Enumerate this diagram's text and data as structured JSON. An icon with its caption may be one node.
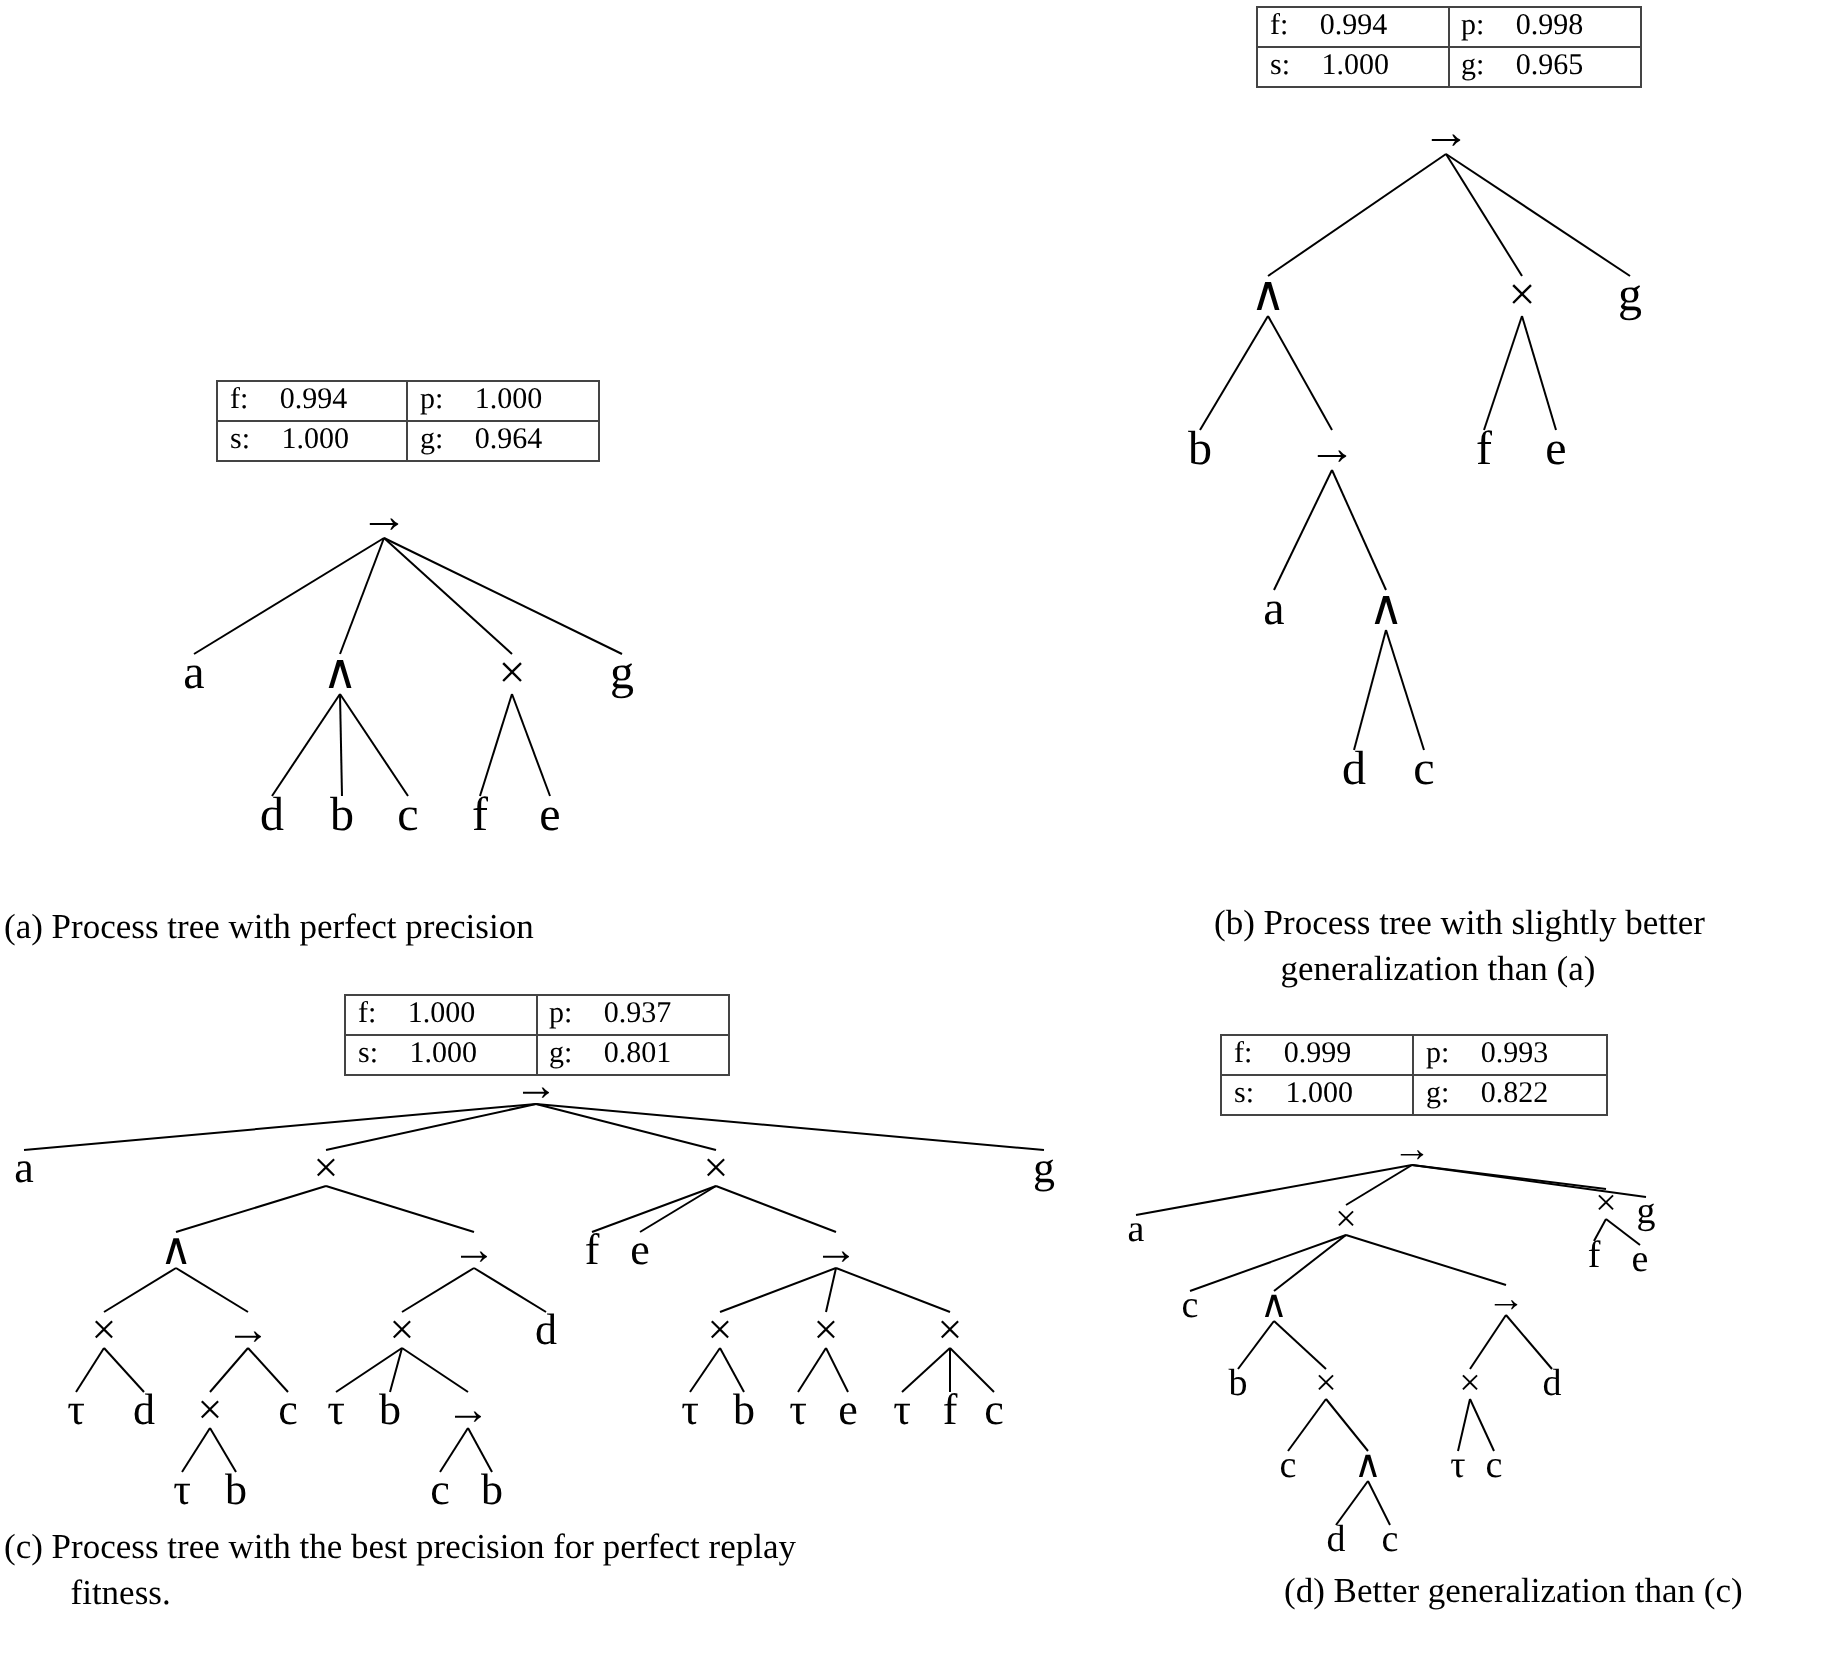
{
  "diagram": {
    "nodes": [
      {
        "text": [
          "→"
        ]
      },
      {
        "text": [
          "a"
        ]
      },
      {
        "text": [
          "∧"
        ]
      },
      {
        "text": [
          "×"
        ]
      },
      {
        "text": [
          "g"
        ]
      },
      {
        "text": [
          "d"
        ]
      },
      {
        "text": [
          "b"
        ]
      },
      {
        "text": [
          "c"
        ]
      },
      {
        "text": [
          "f"
        ]
      },
      {
        "text": [
          "e"
        ]
      },
      {
        "text": [
          "→"
        ]
      },
      {
        "text": [
          "∧"
        ]
      },
      {
        "text": [
          "×"
        ]
      },
      {
        "text": [
          "g"
        ]
      },
      {
        "text": [
          "b"
        ]
      },
      {
        "text": [
          "→"
        ]
      },
      {
        "text": [
          "f"
        ]
      },
      {
        "text": [
          "e"
        ]
      },
      {
        "text": [
          "a"
        ]
      },
      {
        "text": [
          "∧"
        ]
      },
      {
        "text": [
          "d"
        ]
      },
      {
        "text": [
          "c"
        ]
      },
      {
        "text": [
          "→"
        ]
      },
      {
        "text": [
          "a"
        ]
      },
      {
        "text": [
          "×"
        ]
      },
      {
        "text": [
          "×"
        ]
      },
      {
        "text": [
          "g"
        ]
      },
      {
        "text": [
          "∧"
        ]
      },
      {
        "text": [
          "→"
        ]
      },
      {
        "text": [
          "f"
        ]
      },
      {
        "text": [
          "e"
        ]
      },
      {
        "text": [
          "→"
        ]
      },
      {
        "text": [
          "×"
        ]
      },
      {
        "text": [
          "→"
        ]
      },
      {
        "text": [
          "×"
        ]
      },
      {
        "text": [
          "d"
        ]
      },
      {
        "text": [
          "×"
        ]
      },
      {
        "text": [
          "×"
        ]
      },
      {
        "text": [
          "×"
        ]
      },
      {
        "text": [
          "τ"
        ]
      },
      {
        "text": [
          "d"
        ]
      },
      {
        "text": [
          "×"
        ]
      },
      {
        "text": [
          "c"
        ]
      },
      {
        "text": [
          "τ"
        ]
      },
      {
        "text": [
          "b"
        ]
      },
      {
        "text": [
          "→"
        ]
      },
      {
        "text": [
          "τ"
        ]
      },
      {
        "text": [
          "b"
        ]
      },
      {
        "text": [
          "τ"
        ]
      },
      {
        "text": [
          "e"
        ]
      },
      {
        "text": [
          "τ"
        ]
      },
      {
        "text": [
          "f"
        ]
      },
      {
        "text": [
          "c"
        ]
      },
      {
        "text": [
          "τ"
        ]
      },
      {
        "text": [
          "b"
        ]
      },
      {
        "text": [
          "c"
        ]
      },
      {
        "text": [
          "b"
        ]
      },
      {
        "text": [
          "→"
        ]
      },
      {
        "text": [
          "a"
        ]
      },
      {
        "text": [
          "×"
        ]
      },
      {
        "text": [
          "×"
        ]
      },
      {
        "text": [
          "g"
        ]
      },
      {
        "text": [
          "c"
        ]
      },
      {
        "text": [
          "∧"
        ]
      },
      {
        "text": [
          "→"
        ]
      },
      {
        "text": [
          "f"
        ]
      },
      {
        "text": [
          "e"
        ]
      },
      {
        "text": [
          "b"
        ]
      },
      {
        "text": [
          "×"
        ]
      },
      {
        "text": [
          "×"
        ]
      },
      {
        "text": [
          "d"
        ]
      },
      {
        "text": [
          "c"
        ]
      },
      {
        "text": [
          "∧"
        ]
      },
      {
        "text": [
          "τ"
        ]
      },
      {
        "text": [
          "c"
        ]
      },
      {
        "text": [
          "d"
        ]
      },
      {
        "text": [
          "c"
        ]
      }
    ],
    "edges": [
      {
        "from": 0,
        "to": 1,
        "arrow": "none"
      },
      {
        "from": 0,
        "to": 2,
        "arrow": "none"
      },
      {
        "from": 0,
        "to": 3,
        "arrow": "none"
      },
      {
        "from": 0,
        "to": 4,
        "arrow": "none"
      },
      {
        "from": 2,
        "to": 5,
        "arrow": "none"
      },
      {
        "from": 2,
        "to": 6,
        "arrow": "none"
      },
      {
        "from": 2,
        "to": 7,
        "arrow": "none"
      },
      {
        "from": 3,
        "to": 8,
        "arrow": "none"
      },
      {
        "from": 3,
        "to": 9,
        "arrow": "none"
      },
      {
        "from": 10,
        "to": 11,
        "arrow": "none"
      },
      {
        "from": 10,
        "to": 12,
        "arrow": "none"
      },
      {
        "from": 10,
        "to": 13,
        "arrow": "none"
      },
      {
        "from": 11,
        "to": 14,
        "arrow": "none"
      },
      {
        "from": 11,
        "to": 15,
        "arrow": "none"
      },
      {
        "from": 12,
        "to": 16,
        "arrow": "none"
      },
      {
        "from": 12,
        "to": 17,
        "arrow": "none"
      },
      {
        "from": 15,
        "to": 18,
        "arrow": "none"
      },
      {
        "from": 15,
        "to": 19,
        "arrow": "none"
      },
      {
        "from": 19,
        "to": 20,
        "arrow": "none"
      },
      {
        "from": 19,
        "to": 21,
        "arrow": "none"
      },
      {
        "from": 22,
        "to": 23,
        "arrow": "none"
      },
      {
        "from": 22,
        "to": 24,
        "arrow": "none"
      },
      {
        "from": 22,
        "to": 25,
        "arrow": "none"
      },
      {
        "from": 22,
        "to": 26,
        "arrow": "none"
      },
      {
        "from": 24,
        "to": 27,
        "arrow": "none"
      },
      {
        "from": 24,
        "to": 28,
        "arrow": "none"
      },
      {
        "from": 25,
        "to": 29,
        "arrow": "none"
      },
      {
        "from": 25,
        "to": 30,
        "arrow": "none"
      },
      {
        "from": 25,
        "to": 31,
        "arrow": "none"
      },
      {
        "from": 27,
        "to": 32,
        "arrow": "none"
      },
      {
        "from": 27,
        "to": 33,
        "arrow": "none"
      },
      {
        "from": 28,
        "to": 34,
        "arrow": "none"
      },
      {
        "from": 28,
        "to": 35,
        "arrow": "none"
      },
      {
        "from": 31,
        "to": 36,
        "arrow": "none"
      },
      {
        "from": 31,
        "to": 37,
        "arrow": "none"
      },
      {
        "from": 31,
        "to": 38,
        "arrow": "none"
      },
      {
        "from": 32,
        "to": 39,
        "arrow": "none"
      },
      {
        "from": 32,
        "to": 40,
        "arrow": "none"
      },
      {
        "from": 33,
        "to": 41,
        "arrow": "none"
      },
      {
        "from": 33,
        "to": 42,
        "arrow": "none"
      },
      {
        "from": 34,
        "to": 43,
        "arrow": "none"
      },
      {
        "from": 34,
        "to": 44,
        "arrow": "none"
      },
      {
        "from": 34,
        "to": 45,
        "arrow": "none"
      },
      {
        "from": 36,
        "to": 46,
        "arrow": "none"
      },
      {
        "from": 36,
        "to": 47,
        "arrow": "none"
      },
      {
        "from": 37,
        "to": 48,
        "arrow": "none"
      },
      {
        "from": 37,
        "to": 49,
        "arrow": "none"
      },
      {
        "from": 38,
        "to": 50,
        "arrow": "none"
      },
      {
        "from": 38,
        "to": 51,
        "arrow": "none"
      },
      {
        "from": 38,
        "to": 52,
        "arrow": "none"
      },
      {
        "from": 41,
        "to": 53,
        "arrow": "none"
      },
      {
        "from": 41,
        "to": 54,
        "arrow": "none"
      },
      {
        "from": 45,
        "to": 55,
        "arrow": "none"
      },
      {
        "from": 45,
        "to": 56,
        "arrow": "none"
      },
      {
        "from": 57,
        "to": 58,
        "arrow": "none"
      },
      {
        "from": 57,
        "to": 59,
        "arrow": "none"
      },
      {
        "from": 57,
        "to": 60,
        "arrow": "none"
      },
      {
        "from": 57,
        "to": 61,
        "arrow": "none"
      },
      {
        "from": 59,
        "to": 62,
        "arrow": "none"
      },
      {
        "from": 59,
        "to": 63,
        "arrow": "none"
      },
      {
        "from": 59,
        "to": 64,
        "arrow": "none"
      },
      {
        "from": 60,
        "to": 65,
        "arrow": "none"
      },
      {
        "from": 60,
        "to": 66,
        "arrow": "none"
      },
      {
        "from": 63,
        "to": 67,
        "arrow": "none"
      },
      {
        "from": 63,
        "to": 68,
        "arrow": "none"
      },
      {
        "from": 64,
        "to": 69,
        "arrow": "none"
      },
      {
        "from": 64,
        "to": 70,
        "arrow": "none"
      },
      {
        "from": 68,
        "to": 71,
        "arrow": "none"
      },
      {
        "from": 68,
        "to": 72,
        "arrow": "none"
      },
      {
        "from": 69,
        "to": 73,
        "arrow": "none"
      },
      {
        "from": 69,
        "to": 74,
        "arrow": "none"
      },
      {
        "from": 72,
        "to": 75,
        "arrow": "none"
      },
      {
        "from": 72,
        "to": 76,
        "arrow": "none"
      }
    ],
    "labels": [
      "f: 0.994",
      "p: 1.000",
      "s: 1.000",
      "g: 0.964",
      "(a) Process tree with perfect precision",
      "f: 0.994",
      "p: 0.998",
      "s: 1.000",
      "g: 0.965",
      "(b) Process tree with slightly better generalization than (a)",
      "f: 1.000",
      "p: 0.937",
      "s: 1.000",
      "g: 0.801",
      "(c) Process tree with the best precision for perfect replay fitness.",
      "f: 0.999",
      "p: 0.993",
      "s: 1.000",
      "g: 0.822",
      "(d) Better generalization than (c)"
    ]
  }
}
